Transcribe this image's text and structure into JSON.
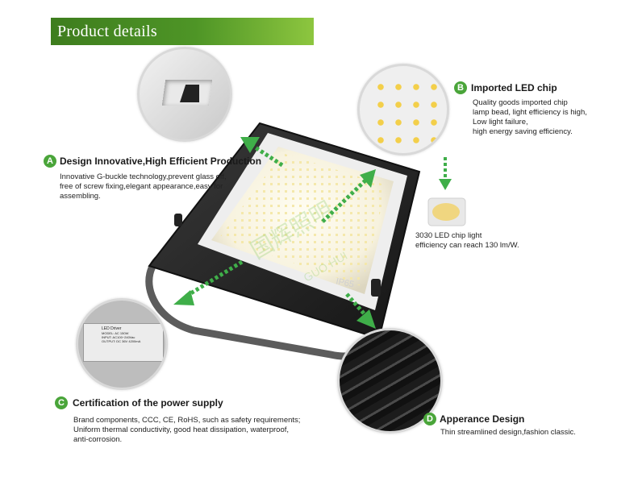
{
  "banner": {
    "title": "Product details"
  },
  "features": {
    "a": {
      "badge": "A",
      "title": "Design Innovative,High Efficient Production",
      "lines": [
        "Innovative G-buckle technology,prevent glass off,",
        "free of screw fixing,elegant appearance,easy for",
        "assembling."
      ]
    },
    "b": {
      "badge": "B",
      "title": "Imported LED chip",
      "lines": [
        "Quality goods imported chip",
        "lamp bead, light efficiency is high,",
        "Low light failure,",
        "high energy saving efficiency."
      ]
    },
    "chip": {
      "lines": [
        "3030 LED chip light",
        "efficiency can reach 130 lm/W."
      ]
    },
    "c": {
      "badge": "C",
      "title": "Certification of the power supply",
      "lines": [
        "Brand components, CCC, CE, RoHS, such as safety requirements;",
        "Uniform thermal conductivity, good heat dissipation, waterproof,",
        "anti-corrosion."
      ]
    },
    "d": {
      "badge": "D",
      "title": "Apperance Design",
      "lines": [
        "Thin streamlined design,fashion classic."
      ]
    }
  },
  "product": {
    "rating_label": "IP65",
    "watermark_cn": "国辉照明",
    "watermark_en": "GUO HUI"
  },
  "driver_label": {
    "lines": [
      "LED Driver",
      "MODEL: AC 150W",
      "INPUT: AC100~240Vac",
      "OUTPUT: DC 36V 4200mA"
    ]
  },
  "colors": {
    "brand_green": "#4aa53a",
    "banner_dark": "#3e7d1e",
    "banner_light": "#8dc63f",
    "housing": "#2b2b2b"
  }
}
